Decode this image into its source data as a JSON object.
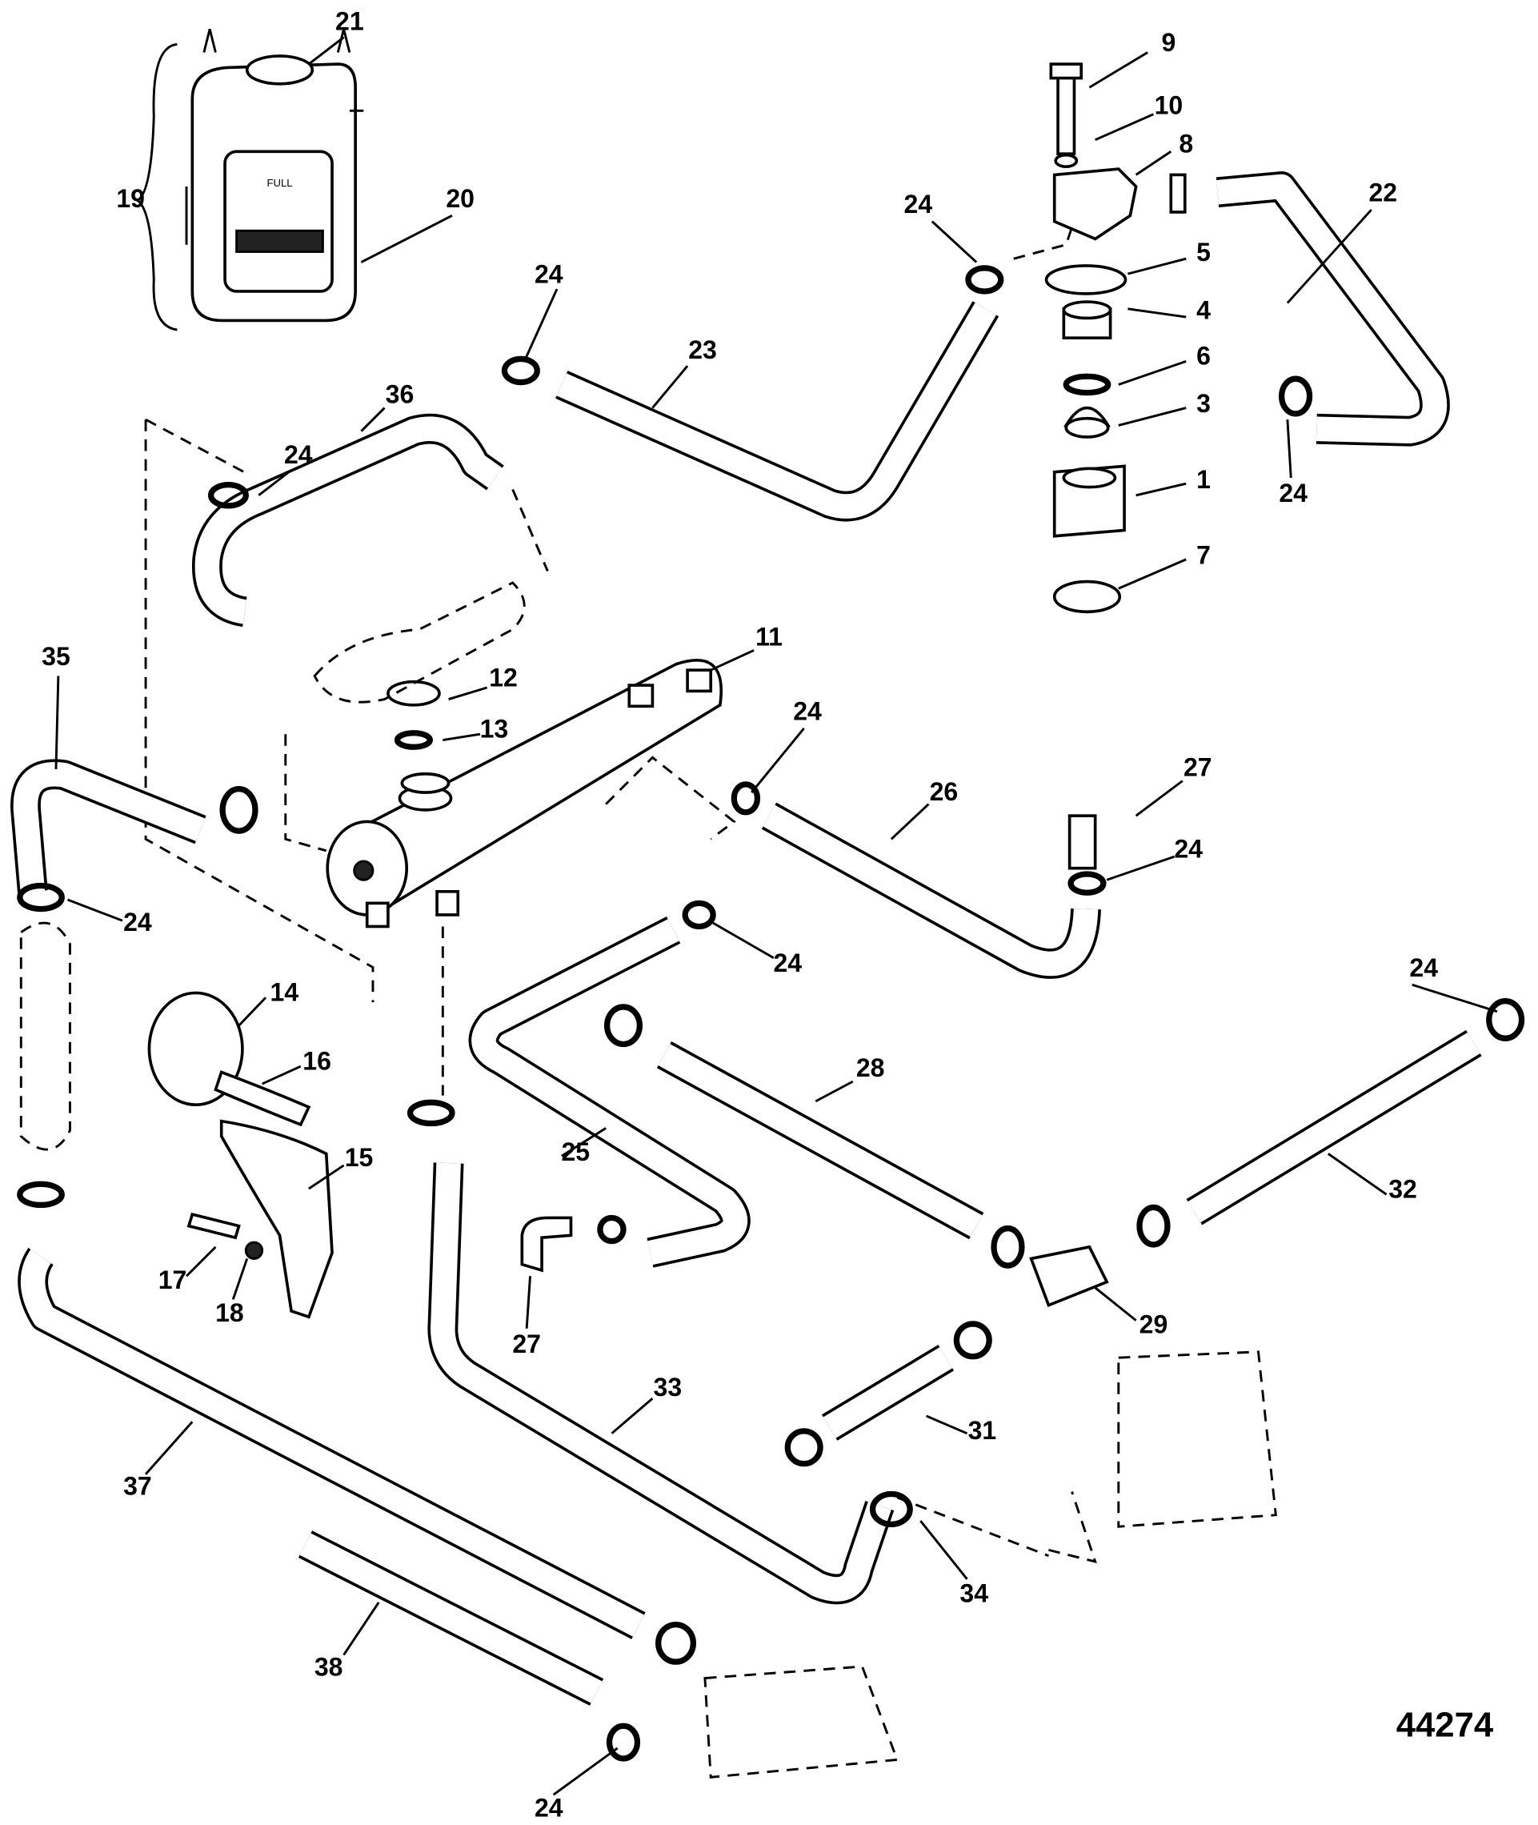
{
  "figure_number": "44274",
  "labels": [
    "21",
    "19",
    "20",
    "9",
    "10",
    "8",
    "24",
    "22",
    "5",
    "24",
    "23",
    "4",
    "6",
    "3",
    "36",
    "24",
    "24",
    "1",
    "7",
    "11",
    "35",
    "12",
    "13",
    "24",
    "26",
    "27",
    "24",
    "24",
    "24",
    "14",
    "24",
    "16",
    "28",
    "15",
    "25",
    "32",
    "17",
    "18",
    "27",
    "29",
    "33",
    "31",
    "37",
    "34",
    "38",
    "24"
  ],
  "tank_text": [
    "FULL"
  ]
}
